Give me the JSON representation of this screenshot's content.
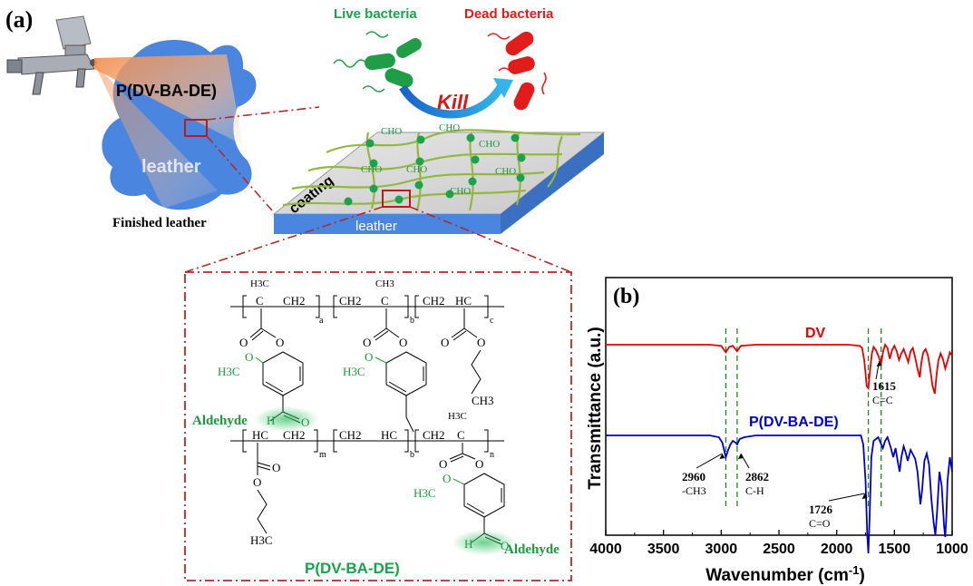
{
  "panel_a": {
    "label": "(a)",
    "coating_name": "P(DV-BA-DE)",
    "leather_text": "leather",
    "finished_leather": "Finished leather",
    "live_bacteria": "Live bacteria",
    "dead_bacteria": "Dead bacteria",
    "kill": "Kill",
    "coating_label": "coating",
    "slab_leather": "leather",
    "cho": "CHO",
    "structure": {
      "aldehyde": "Aldehyde",
      "name": "P(DV-BA-DE)",
      "h3c": "H3C",
      "ch3": "CH3",
      "ch2": "CH2",
      "hc": "HC",
      "c": "C",
      "o": "O",
      "h": "H",
      "sub_a": "a",
      "sub_b": "b",
      "sub_c": "c",
      "sub_m": "m",
      "sub_n": "n"
    },
    "colors": {
      "leather": "#4a86e0",
      "spray": "#f5a36b",
      "live": "#1f9e47",
      "dead": "#e21b1b",
      "kill": "#d41919",
      "network": "#93b83d",
      "node": "#1aa34a",
      "cho": "#1a9a3e",
      "callout": "#b52828"
    }
  },
  "panel_b": {
    "label": "(b)",
    "chart_data": {
      "type": "line",
      "xlabel": "Wavenumber (cm-1)",
      "ylabel": "Transmittance (a.u.)",
      "xlim": [
        4000,
        1000
      ],
      "x_ticks": [
        "4000",
        "3500",
        "3000",
        "2500",
        "2000",
        "1500",
        "1000"
      ],
      "series": [
        {
          "name": "DV",
          "color": "#e60000",
          "points": [
            [
              4000,
              1.0
            ],
            [
              3700,
              1.0
            ],
            [
              3400,
              1.0
            ],
            [
              3100,
              1.0
            ],
            [
              3000,
              0.99
            ],
            [
              2960,
              0.93
            ],
            [
              2930,
              0.98
            ],
            [
              2900,
              0.99
            ],
            [
              2862,
              0.94
            ],
            [
              2830,
              0.99
            ],
            [
              2700,
              1.0
            ],
            [
              2500,
              1.0
            ],
            [
              2300,
              1.0
            ],
            [
              2100,
              1.0
            ],
            [
              1900,
              1.0
            ],
            [
              1800,
              0.99
            ],
            [
              1780,
              0.97
            ],
            [
              1760,
              0.85
            ],
            [
              1740,
              0.62
            ],
            [
              1726,
              0.6
            ],
            [
              1712,
              0.75
            ],
            [
              1695,
              0.92
            ],
            [
              1680,
              0.98
            ],
            [
              1660,
              0.95
            ],
            [
              1640,
              0.9
            ],
            [
              1615,
              0.83
            ],
            [
              1595,
              0.95
            ],
            [
              1580,
              1.0
            ],
            [
              1560,
              0.97
            ],
            [
              1540,
              0.87
            ],
            [
              1520,
              0.95
            ],
            [
              1500,
              0.99
            ],
            [
              1480,
              0.94
            ],
            [
              1460,
              0.86
            ],
            [
              1440,
              0.92
            ],
            [
              1420,
              0.96
            ],
            [
              1400,
              0.9
            ],
            [
              1380,
              0.84
            ],
            [
              1360,
              0.94
            ],
            [
              1340,
              0.97
            ],
            [
              1320,
              0.88
            ],
            [
              1300,
              0.78
            ],
            [
              1280,
              0.7
            ],
            [
              1265,
              0.85
            ],
            [
              1250,
              0.93
            ],
            [
              1230,
              0.96
            ],
            [
              1210,
              0.9
            ],
            [
              1190,
              0.78
            ],
            [
              1170,
              0.62
            ],
            [
              1150,
              0.55
            ],
            [
              1135,
              0.72
            ],
            [
              1120,
              0.85
            ],
            [
              1100,
              0.92
            ],
            [
              1080,
              0.87
            ],
            [
              1060,
              0.78
            ],
            [
              1040,
              0.85
            ],
            [
              1020,
              0.93
            ],
            [
              1000,
              0.9
            ]
          ]
        },
        {
          "name": "P(DV-BA-DE)",
          "color": "#0000cc",
          "points": [
            [
              4000,
              1.0
            ],
            [
              3700,
              1.0
            ],
            [
              3400,
              1.0
            ],
            [
              3100,
              1.0
            ],
            [
              3020,
              0.99
            ],
            [
              2990,
              0.96
            ],
            [
              2960,
              0.88
            ],
            [
              2940,
              0.92
            ],
            [
              2920,
              0.95
            ],
            [
              2900,
              0.97
            ],
            [
              2875,
              0.96
            ],
            [
              2862,
              0.95
            ],
            [
              2840,
              0.98
            ],
            [
              2800,
              0.99
            ],
            [
              2700,
              1.0
            ],
            [
              2500,
              1.0
            ],
            [
              2300,
              1.0
            ],
            [
              2100,
              1.0
            ],
            [
              1900,
              1.0
            ],
            [
              1790,
              1.0
            ],
            [
              1770,
              0.95
            ],
            [
              1750,
              0.75
            ],
            [
              1735,
              0.45
            ],
            [
              1726,
              0.35
            ],
            [
              1715,
              0.55
            ],
            [
              1700,
              0.88
            ],
            [
              1680,
              0.97
            ],
            [
              1640,
              0.99
            ],
            [
              1600,
              0.93
            ],
            [
              1580,
              0.97
            ],
            [
              1560,
              0.99
            ],
            [
              1530,
              0.93
            ],
            [
              1510,
              0.88
            ],
            [
              1490,
              0.93
            ],
            [
              1470,
              0.85
            ],
            [
              1455,
              0.8
            ],
            [
              1440,
              0.88
            ],
            [
              1420,
              0.94
            ],
            [
              1400,
              0.9
            ],
            [
              1385,
              0.86
            ],
            [
              1360,
              0.92
            ],
            [
              1320,
              0.87
            ],
            [
              1300,
              0.8
            ],
            [
              1275,
              0.62
            ],
            [
              1260,
              0.7
            ],
            [
              1240,
              0.86
            ],
            [
              1220,
              0.9
            ],
            [
              1200,
              0.84
            ],
            [
              1180,
              0.65
            ],
            [
              1160,
              0.52
            ],
            [
              1145,
              0.45
            ],
            [
              1130,
              0.58
            ],
            [
              1110,
              0.8
            ],
            [
              1090,
              0.72
            ],
            [
              1070,
              0.5
            ],
            [
              1060,
              0.44
            ],
            [
              1050,
              0.55
            ],
            [
              1040,
              0.75
            ],
            [
              1020,
              0.88
            ],
            [
              1000,
              0.8
            ]
          ]
        }
      ],
      "dashed_markers": [
        2960,
        2862,
        1726,
        1615
      ],
      "annotations": [
        {
          "id": "a2960",
          "wavenumber": "2960",
          "group": "-CH3"
        },
        {
          "id": "a2862",
          "wavenumber": "2862",
          "group": "C-H"
        },
        {
          "id": "a1726",
          "wavenumber": "1726",
          "group": "C=O"
        },
        {
          "id": "a1615",
          "wavenumber": "1615",
          "group": "C=C"
        }
      ]
    }
  }
}
